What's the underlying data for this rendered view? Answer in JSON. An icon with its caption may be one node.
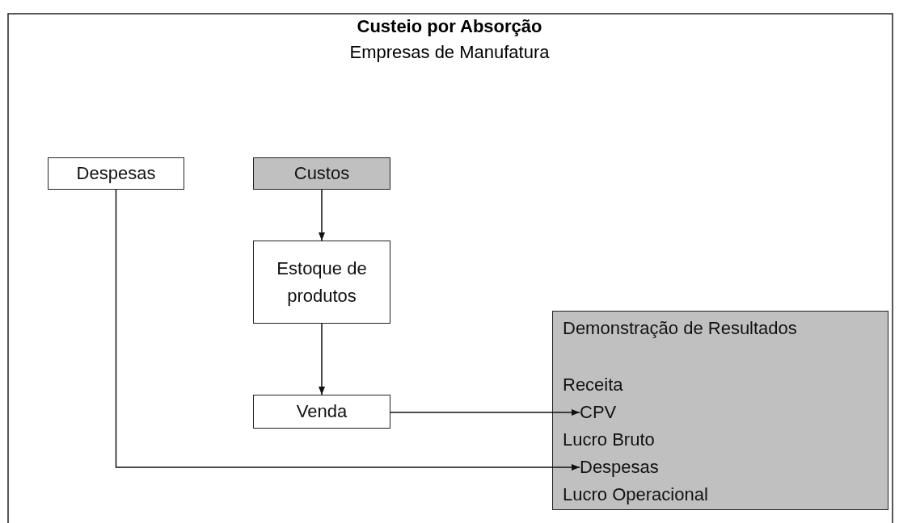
{
  "diagram": {
    "title": "Custeio por Absorção",
    "caption": "Empresas de Manufatura",
    "nodes": [
      {
        "text": [
          "Despesas"
        ]
      },
      {
        "text": [
          "Custos"
        ]
      },
      {
        "text": [
          "Estoque de produtos"
        ]
      },
      {
        "text": [
          "Venda"
        ]
      },
      {
        "text": [
          "Demonstração de Resultados"
        ]
      },
      {
        "text": [
          "Receita"
        ],
        "in": 4
      },
      {
        "text": [
          "CPV"
        ],
        "in": 4
      },
      {
        "text": [
          "Lucro Bruto"
        ],
        "in": 4
      },
      {
        "text": [
          "Despesas"
        ],
        "in": 4
      },
      {
        "text": [
          "Lucro Operacional"
        ],
        "in": 4
      }
    ],
    "edges": [
      {
        "from": 1,
        "to": 2,
        "arrow": "to"
      },
      {
        "from": 2,
        "to": 3,
        "arrow": "to"
      },
      {
        "from": 3,
        "to": 6,
        "arrow": "to"
      },
      {
        "from": 0,
        "to": 8,
        "arrow": "to"
      }
    ]
  }
}
